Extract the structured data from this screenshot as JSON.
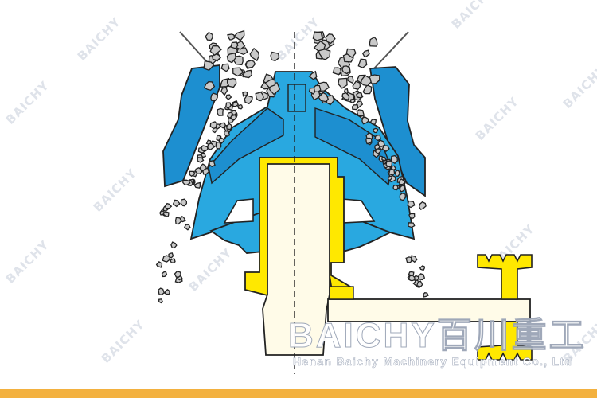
{
  "watermark": {
    "brand_en": "BAICHY",
    "brand_cn": "百川重工",
    "company": "Henan Baichy Machinery Equipment Co., Ltd",
    "diagonal_mark": "BAICHY"
  },
  "colors": {
    "concave_blue": "#1d8fd0",
    "mantle_blue": "#29a8e0",
    "shaft_yellow": "#ffe800",
    "shaft_cream": "#fffbe8",
    "ore_gray": "#c9c9c9",
    "outline": "#222222",
    "bottom_bar": "#f3b13f"
  }
}
